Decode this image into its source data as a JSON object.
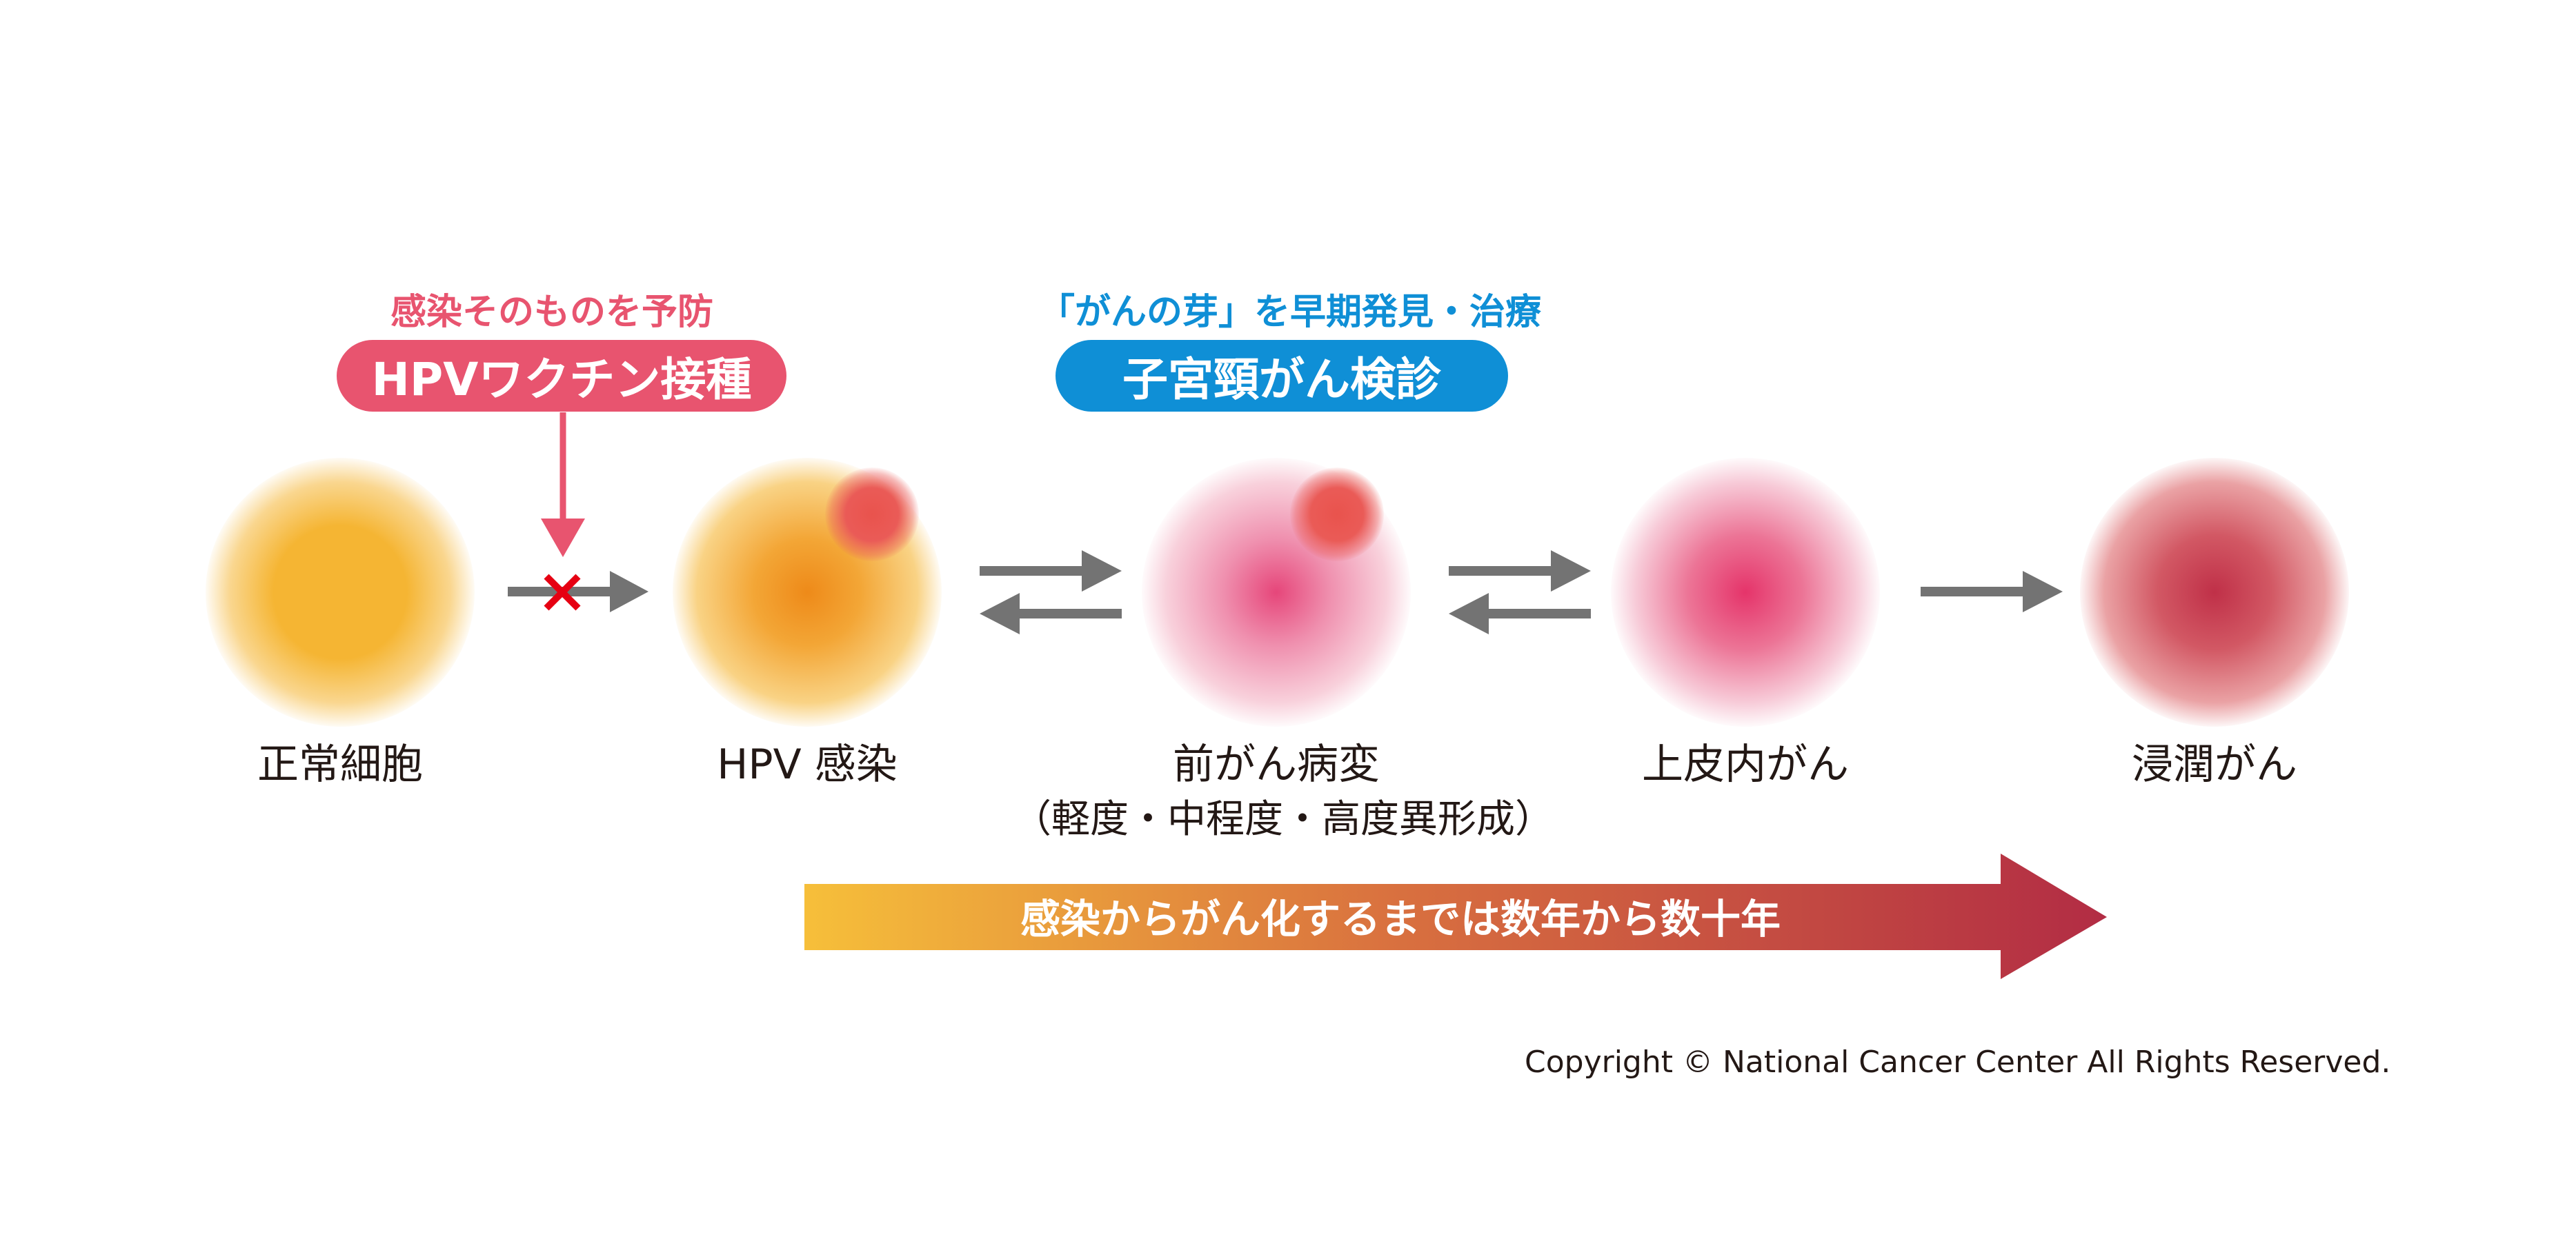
{
  "vaccine": {
    "caption": "感染そのものを予防",
    "pill": "HPVワクチン接種"
  },
  "screening": {
    "caption": "「がんの芽」を早期発見・治療",
    "pill": "子宮頸がん検診"
  },
  "stages": [
    {
      "label": "正常細胞"
    },
    {
      "label": "HPV 感染"
    },
    {
      "label": "前がん病変",
      "sublabel": "（軽度・中程度・高度異形成）"
    },
    {
      "label": "上皮内がん"
    },
    {
      "label": "浸潤がん"
    }
  ],
  "timeline": {
    "text": "感染からがん化するまでは数年から数十年"
  },
  "copyright": "Copyright © National Cancer Center All Rights Reserved.",
  "colors": {
    "vaccine_pink": "#e8546f",
    "screening_blue": "#0f8fd6",
    "arrow_gray": "#737373",
    "block_red": "#e60012",
    "timeline_start": "#f6bf3a",
    "timeline_end": "#b22c44"
  },
  "icons": {
    "blocked": "cross-mark",
    "arrows": "arrow-right, reversible-arrows"
  }
}
